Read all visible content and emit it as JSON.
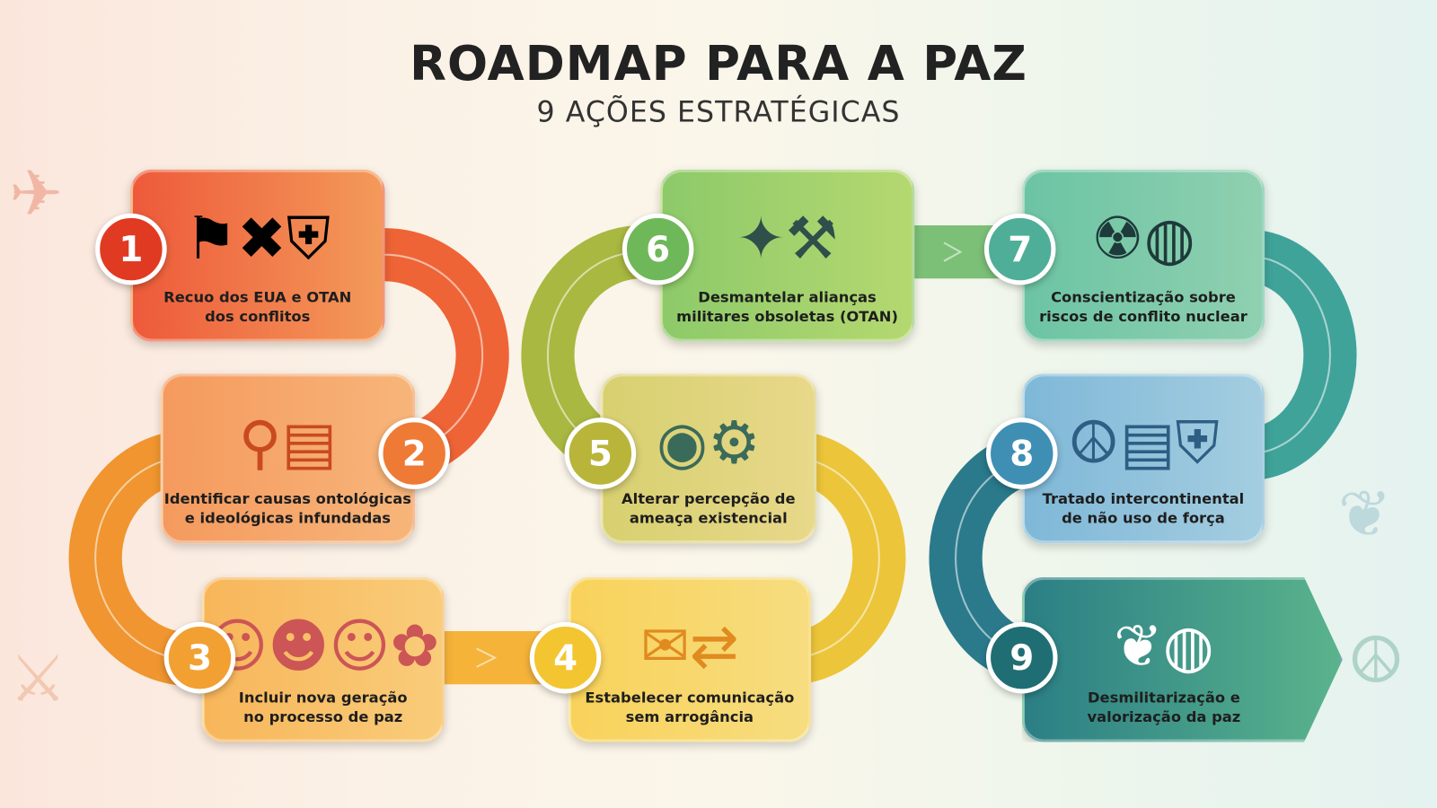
{
  "header": {
    "title": "ROADMAP PARA A PAZ",
    "subtitle": "9 AÇÕES ESTRATÉGICAS"
  },
  "colors": {
    "s1": "#e8452a",
    "s2": "#ee7a35",
    "s3": "#f2a032",
    "s4": "#f3c530",
    "s5": "#b8b53a",
    "s6": "#6fb85a",
    "s7": "#4fae98",
    "s8": "#3e8fb3",
    "s9": "#1f6e73"
  },
  "steps": [
    {
      "number": "1",
      "line1": "Recuo dos EUA e OTAN",
      "line2": "dos conflitos",
      "icons": [
        "soldier-icon",
        "capitol-icon",
        "tank-icon",
        "flag-icon"
      ]
    },
    {
      "number": "2",
      "line1": "Identificar causas ontológicas",
      "line2": "e ideológicas infundadas",
      "icons": [
        "magnifier-icon",
        "book-roots-icon"
      ]
    },
    {
      "number": "3",
      "line1": "Incluir nova geração",
      "line2": "no processo de paz",
      "icons": [
        "youth-group-icon",
        "flower-icon"
      ]
    },
    {
      "number": "4",
      "line1": "Estabelecer comunicação",
      "line2": "sem arrogância",
      "icons": [
        "speech-bubbles-icon"
      ]
    },
    {
      "number": "5",
      "line1": "Alterar percepção de",
      "line2": "ameaça existencial",
      "icons": [
        "eye-icon",
        "head-gears-icon"
      ]
    },
    {
      "number": "6",
      "line1": "Desmantelar alianças",
      "line2": "militares obsoletas (OTAN)",
      "icons": [
        "nato-star-icon",
        "broken-chain-icon",
        "hammer-icon"
      ]
    },
    {
      "number": "7",
      "line1": "Conscientização sobre",
      "line2": "riscos de conflito nuclear",
      "icons": [
        "radiation-icon",
        "globe-icon"
      ]
    },
    {
      "number": "8",
      "line1": "Tratado intercontinental",
      "line2": "de não uso de força",
      "icons": [
        "peace-icon",
        "treaty-handshake-icon",
        "dove-shield-icon"
      ]
    },
    {
      "number": "9",
      "line1": "Desmilitarização e",
      "line2": "valorização da paz",
      "icons": [
        "dove-olive-icon",
        "globe-hands-icon"
      ]
    }
  ]
}
